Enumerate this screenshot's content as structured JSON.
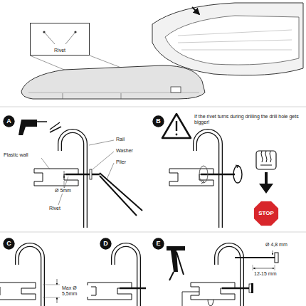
{
  "diagram": {
    "nodes": [
      {
        "text": [
          "Rivet"
        ]
      },
      {
        "text": [
          "A"
        ]
      },
      {
        "text": [
          "B"
        ]
      },
      {
        "text": [
          "STOP"
        ]
      },
      {
        "text": [
          "C"
        ]
      },
      {
        "text": [
          "D"
        ]
      },
      {
        "text": [
          "E"
        ]
      }
    ],
    "labels": [
      "Plastic wall",
      "Rail",
      "Washer",
      "Plier",
      "Ø 5mm",
      "Rivet",
      "If the rivet turns during drilling the drill hole gets bigger!",
      "Max Ø 5,5mm",
      "Ø 4,8 mm",
      "12-15 mm"
    ]
  }
}
